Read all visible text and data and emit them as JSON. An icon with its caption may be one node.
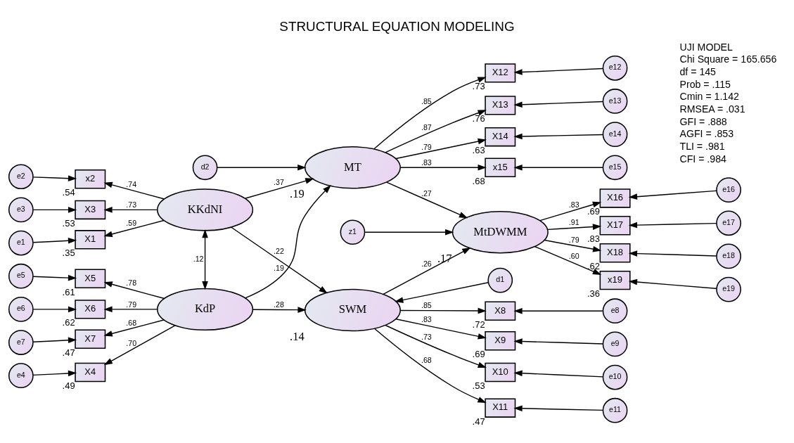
{
  "diagram": {
    "title": "STRUCTURAL EQUATION MODELING",
    "nodes": [
      {
        "text": [
          "KKdNI"
        ]
      },
      {
        "text": [
          "SWM"
        ],
        "beside": [
          ".14"
        ]
      },
      {
        "text": [
          "KdP"
        ]
      },
      {
        "text": [
          "MT"
        ],
        "beside": [
          ".19"
        ]
      },
      {
        "text": [
          "MtDWMM"
        ],
        "beside": [
          ".17"
        ]
      },
      {
        "text": [
          "e1"
        ]
      },
      {
        "text": [
          "e2"
        ]
      },
      {
        "text": [
          "e3"
        ]
      },
      {
        "text": [
          "e4"
        ]
      },
      {
        "text": [
          "e5"
        ]
      },
      {
        "text": [
          "e6"
        ]
      },
      {
        "text": [
          "e7"
        ]
      },
      {
        "text": [
          "X1"
        ],
        "beside": [
          ".35"
        ]
      },
      {
        "text": [
          "x2"
        ],
        "beside": [
          ".54"
        ]
      },
      {
        "text": [
          "X3"
        ],
        "beside": [
          ".53"
        ]
      },
      {
        "text": [
          "X4"
        ],
        "beside": [
          ".49"
        ]
      },
      {
        "text": [
          "X5"
        ],
        "beside": [
          ".61"
        ]
      },
      {
        "text": [
          "X6"
        ],
        "beside": [
          ".62"
        ]
      },
      {
        "text": [
          "X7"
        ],
        "beside": [
          ".47"
        ]
      },
      {
        "text": [
          "e8"
        ]
      },
      {
        "text": [
          "e9"
        ]
      },
      {
        "text": [
          "e10"
        ]
      },
      {
        "text": [
          "e11"
        ]
      },
      {
        "text": [
          "X8"
        ],
        "beside": [
          ".72"
        ]
      },
      {
        "text": [
          "X9"
        ],
        "beside": [
          ".69"
        ]
      },
      {
        "text": [
          "X10"
        ],
        "beside": [
          ".53"
        ]
      },
      {
        "text": [
          "X11"
        ],
        "beside": [
          ".47"
        ]
      },
      {
        "text": [
          "d1"
        ]
      },
      {
        "text": [
          "X12"
        ],
        "beside": [
          ".73"
        ]
      },
      {
        "text": [
          "X13"
        ],
        "beside": [
          ".76"
        ]
      },
      {
        "text": [
          "X14"
        ],
        "beside": [
          ".63"
        ]
      },
      {
        "text": [
          "x15"
        ],
        "beside": [
          ".68"
        ]
      },
      {
        "text": [
          "e12"
        ]
      },
      {
        "text": [
          "e13"
        ]
      },
      {
        "text": [
          "e14"
        ]
      },
      {
        "text": [
          "e15"
        ]
      },
      {
        "text": [
          "d2"
        ]
      },
      {
        "text": [
          "X16"
        ],
        "beside": [
          ".69"
        ]
      },
      {
        "text": [
          "X17"
        ],
        "beside": [
          ".83"
        ]
      },
      {
        "text": [
          "X18"
        ],
        "beside": [
          ".62"
        ]
      },
      {
        "text": [
          "x19"
        ],
        "beside": [
          ".36"
        ]
      },
      {
        "text": [
          "e16"
        ]
      },
      {
        "text": [
          "e17"
        ]
      },
      {
        "text": [
          "e18"
        ]
      },
      {
        "text": [
          "e19"
        ]
      },
      {
        "text": [
          "z1"
        ]
      }
    ],
    "edges": [
      {
        "from": 5,
        "to": 12,
        "arrow": "to"
      },
      {
        "from": 6,
        "to": 13,
        "arrow": "to"
      },
      {
        "from": 7,
        "to": 14,
        "arrow": "to"
      },
      {
        "from": 0,
        "to": 12,
        "arrow": "to",
        "label": ".59"
      },
      {
        "from": 0,
        "to": 13,
        "arrow": "to",
        "label": ".74"
      },
      {
        "from": 0,
        "to": 14,
        "arrow": "to",
        "label": ".73"
      },
      {
        "from": 2,
        "to": 0,
        "arrow": "both",
        "label": ".12"
      },
      {
        "from": 8,
        "to": 15,
        "arrow": "to"
      },
      {
        "from": 9,
        "to": 16,
        "arrow": "to"
      },
      {
        "from": 10,
        "to": 17,
        "arrow": "to"
      },
      {
        "from": 11,
        "to": 18,
        "arrow": "to"
      },
      {
        "from": 2,
        "to": 15,
        "arrow": "to",
        "label": ".70"
      },
      {
        "from": 2,
        "to": 16,
        "arrow": "to",
        "label": ".78"
      },
      {
        "from": 2,
        "to": 17,
        "arrow": "to",
        "label": ".79"
      },
      {
        "from": 2,
        "to": 18,
        "arrow": "to",
        "label": ".68"
      },
      {
        "from": 0,
        "to": 1,
        "arrow": "to",
        "label": ".22"
      },
      {
        "from": 0,
        "to": 3,
        "arrow": "to",
        "label": ".37"
      },
      {
        "from": 2,
        "to": 1,
        "arrow": "to",
        "label": ".28"
      },
      {
        "from": 2,
        "to": 3,
        "arrow": "to",
        "label": ".19"
      },
      {
        "from": 19,
        "to": 23,
        "arrow": "to"
      },
      {
        "from": 20,
        "to": 24,
        "arrow": "to"
      },
      {
        "from": 21,
        "to": 25,
        "arrow": "to"
      },
      {
        "from": 22,
        "to": 26,
        "arrow": "to"
      },
      {
        "from": 1,
        "to": 23,
        "arrow": "to",
        "label": ".85"
      },
      {
        "from": 1,
        "to": 24,
        "arrow": "to",
        "label": ".83"
      },
      {
        "from": 1,
        "to": 25,
        "arrow": "to",
        "label": ".73"
      },
      {
        "from": 1,
        "to": 26,
        "arrow": "to",
        "label": ".68"
      },
      {
        "from": 27,
        "to": 1,
        "arrow": "to"
      },
      {
        "from": 36,
        "to": 3,
        "arrow": "to"
      },
      {
        "from": 3,
        "to": 28,
        "arrow": "to",
        "label": ".85"
      },
      {
        "from": 3,
        "to": 29,
        "arrow": "to",
        "label": ".87"
      },
      {
        "from": 3,
        "to": 30,
        "arrow": "to",
        "label": ".79"
      },
      {
        "from": 3,
        "to": 31,
        "arrow": "to",
        "label": ".83"
      },
      {
        "from": 32,
        "to": 28,
        "arrow": "to"
      },
      {
        "from": 33,
        "to": 29,
        "arrow": "to"
      },
      {
        "from": 34,
        "to": 30,
        "arrow": "to"
      },
      {
        "from": 35,
        "to": 31,
        "arrow": "to"
      },
      {
        "from": 1,
        "to": 4,
        "arrow": "to",
        "label": ".26"
      },
      {
        "from": 3,
        "to": 4,
        "arrow": "to",
        "label": ".27"
      },
      {
        "from": 4,
        "to": 37,
        "arrow": "to",
        "label": ".83"
      },
      {
        "from": 4,
        "to": 38,
        "arrow": "to",
        "label": ".91"
      },
      {
        "from": 4,
        "to": 39,
        "arrow": "to",
        "label": ".79"
      },
      {
        "from": 4,
        "to": 40,
        "arrow": "to",
        "label": ".60"
      },
      {
        "from": 41,
        "to": 37,
        "arrow": "to"
      },
      {
        "from": 42,
        "to": 38,
        "arrow": "to"
      },
      {
        "from": 43,
        "to": 39,
        "arrow": "to"
      },
      {
        "from": 44,
        "to": 40,
        "arrow": "to"
      },
      {
        "from": 45,
        "to": 4,
        "arrow": "to"
      }
    ],
    "labels": [
      "UJI MODEL",
      "Chi Square = 165.656",
      "df = 145",
      "Prob = .115",
      "Cmin = 1.142",
      "RMSEA = .031",
      "GFI = .888",
      "AGFI = .853",
      "TLI = .981",
      "CFI = .984"
    ]
  }
}
